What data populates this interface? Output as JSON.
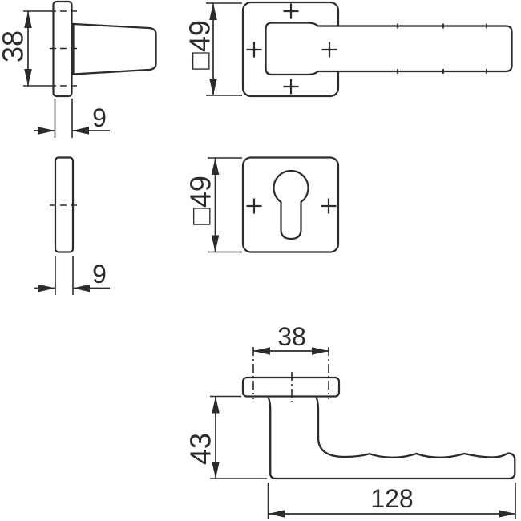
{
  "drawing": {
    "background": "#ffffff",
    "line_color": "#2b2b2b",
    "dimensions": {
      "knob_rose_height": "38",
      "knob_rose_thickness": "9",
      "lever_rose_size": "□49",
      "key_rose_size": "□49",
      "key_rose_thickness": "9",
      "rose_plan_width": "38",
      "handle_plan_height": "43",
      "handle_plan_length": "128"
    }
  }
}
